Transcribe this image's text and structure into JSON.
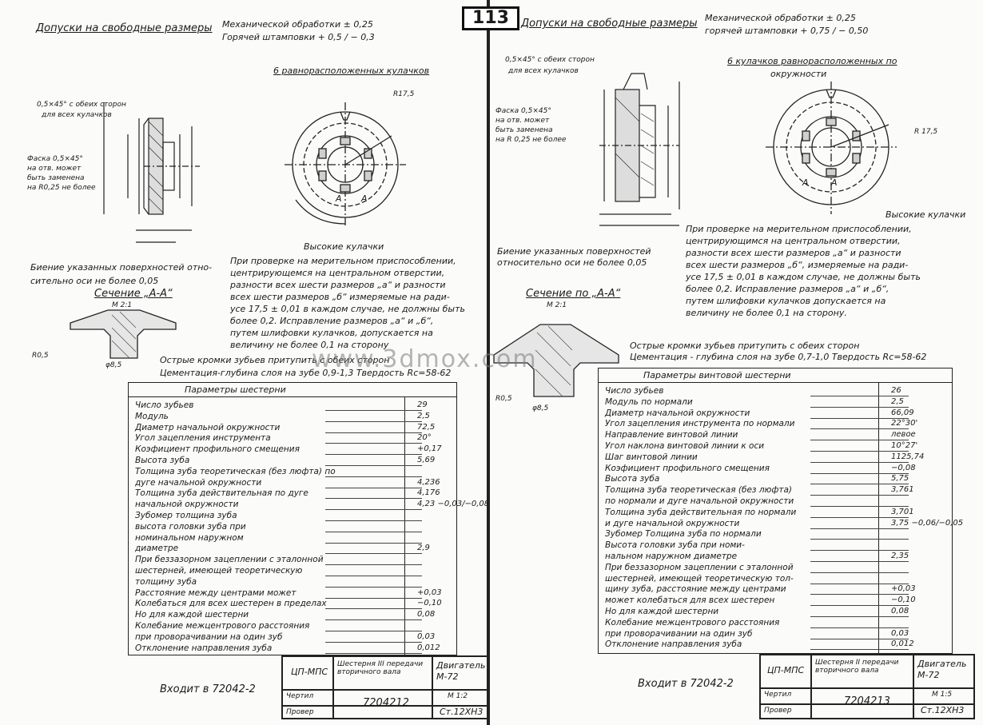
{
  "page_number": "113",
  "watermark": "www.3dmox.com",
  "left": {
    "header_title": "Допуски на свободные размеры",
    "tol_mech": "Механической обработки ± 0,25",
    "tol_hot": "Горячей штамповки + 0,5 / − 0,3",
    "note_chamfer_both": "0,5×45° с обеих сторон",
    "note_for_all": "для всех кулачков",
    "note_chamfer2_l1": "Фаска 0,5×45°",
    "note_chamfer2_l2": "на отв. может",
    "note_chamfer2_l3": "быть заменена",
    "note_chamfer2_l4": "на R0,25 не более",
    "cams_title": "6 равнорасположенных кулачков",
    "radius_label": "R17,5",
    "high_cams": "Высокие кулачки",
    "section_label": "A",
    "runout_l1": "Биение указанных поверхностей отно-",
    "runout_l2": "сительно оси не более 0,05",
    "section_title": "Сечение „А-А“",
    "section_scale": "М 2:1",
    "r_small": "R0,5",
    "dia_small": "φ8,5",
    "note_p1": "При проверке на мерительном приспособлении,",
    "note_p2": "центрирующемся на центральном отверстии,",
    "note_p3": "разности всех шести размеров „а“ и разности",
    "note_p4": "всех шести размеров „б“ измеряемые на ради-",
    "note_p5": "усе 17,5 ± 0,01 в каждом случае, не должны быть",
    "note_p6": "более 0,2. Исправление размеров „а“ и „б“,",
    "note_p7": "путем шлифовки кулачков, допускается на",
    "note_p8": "величину не более 0,1 на сторону",
    "edge_note": "Острые кромки зубьев притупить с обеих сторон",
    "case_note": "Цементация-глубина слоя на зубе 0,9-1,3 Твердость Rc=58-62",
    "table_title": "Параметры шестерни",
    "params": [
      {
        "label": "Число зубьев",
        "value": "29"
      },
      {
        "label": "Модуль",
        "value": "2,5"
      },
      {
        "label": "Диаметр начальной окружности",
        "value": "72,5"
      },
      {
        "label": "Угол зацепления инструмента",
        "value": "20°"
      },
      {
        "label": "Коэфициент профильного смещения",
        "value": "+0,17"
      },
      {
        "label": "Высота зуба",
        "value": "5,69"
      },
      {
        "label": "Толщина зуба теоретическая (без люфта) по",
        "value": ""
      },
      {
        "label": "дуге начальной окружности",
        "value": "4,236"
      },
      {
        "label": "Толщина зуба действительная по дуге",
        "value": "4,176"
      },
      {
        "label": "начальной окружности",
        "value": "4,23 −0,03/−0,08"
      },
      {
        "label": "Зубомер    толщина зуба",
        "value": ""
      },
      {
        "label": "высота головки зуба при",
        "value": ""
      },
      {
        "label": "номинальном наружном",
        "value": ""
      },
      {
        "label": "диаметре",
        "value": "2,9"
      },
      {
        "label": "При беззазорном зацеплении с эталонной",
        "value": ""
      },
      {
        "label": "шестерней, имеющей теоретическую",
        "value": ""
      },
      {
        "label": "толщину зуба",
        "value": ""
      },
      {
        "label": "Расстояние между центрами может",
        "value": "+0,03"
      },
      {
        "label": "Колебаться для всех шестерен в пределах",
        "value": "−0,10"
      },
      {
        "label": "Но для каждой шестерни",
        "value": "0,08"
      },
      {
        "label": "Колебание межцентрового расстояния",
        "value": ""
      },
      {
        "label": "при проворачивании на один зуб",
        "value": "0,03"
      },
      {
        "label": "Отклонение направления зуба",
        "value": "0,012"
      }
    ],
    "enters": "Входит в 72042-2",
    "tb_org": "ЦП-МПС",
    "tb_part": "Шестерня III передачи вторичного вала",
    "tb_engine": "Двигатель М-72",
    "tb_drew": "Чертил",
    "tb_checked": "Провер",
    "tb_number": "7204212",
    "tb_scale": "М 1:2",
    "tb_material": "Ст.12ХН3"
  },
  "right": {
    "header_title": "Допуски на свободные размеры",
    "tol_mech": "Механической обработки ± 0,25",
    "tol_hot": "горячей штамповки + 0,75 / − 0,50",
    "note_chamfer_both": "0,5×45° с обеих сторон",
    "note_for_all": "для всех кулачков",
    "note_chamfer2_l1": "Фаска 0,5×45°",
    "note_chamfer2_l2": "на отв. может",
    "note_chamfer2_l3": "быть заменена",
    "note_chamfer2_l4": "на R 0,25 не более",
    "cams_title": "6 кулачков равнорасположенных по",
    "cams_title2": "окружности",
    "radius_label": "R 17,5",
    "high_cams": "Высокие кулачки",
    "section_label": "A",
    "runout_l1": "Биение указанных поверхностей",
    "runout_l2": "относительно оси не более 0,05",
    "section_title": "Сечение по „А-А“",
    "section_scale": "М 2:1",
    "r_small": "R0,5",
    "dia_small": "φ8,5",
    "note_p1": "При проверке на мерительном приспособлении,",
    "note_p2": "центрирующимся на центральном отверстии,",
    "note_p3": "разности всех шести размеров „а“ и разности",
    "note_p4": "всех шести размеров „б“, измеряемые на ради-",
    "note_p5": "усе 17,5 ± 0,01 в каждом случае, не должны быть",
    "note_p6": "более 0,2. Исправление размеров „а“ и „б“,",
    "note_p7": "путем шлифовки кулачков допускается на",
    "note_p8": "величину не более 0,1 на сторону.",
    "edge_note": "Острые кромки зубьев притупить с обеих сторон",
    "case_note": "Цементация - глубина слоя на зубе 0,7-1,0 Твердость Rc=58-62",
    "table_title": "Параметры винтовой шестерни",
    "params": [
      {
        "label": "Число зубьев",
        "value": "26"
      },
      {
        "label": "Модуль по нормали",
        "value": "2,5"
      },
      {
        "label": "Диаметр начальной окружности",
        "value": "66,09"
      },
      {
        "label": "Угол зацепления инструмента по нормали",
        "value": "22°30'"
      },
      {
        "label": "Направление винтовой линии",
        "value": "левое"
      },
      {
        "label": "Угол наклона винтовой линии к оси",
        "value": "10°27'"
      },
      {
        "label": "Шаг винтовой линии",
        "value": "1125,74"
      },
      {
        "label": "Коэфициент профильного смещения",
        "value": "−0,08"
      },
      {
        "label": "Высота зуба",
        "value": "5,75"
      },
      {
        "label": "Толщина зуба теоретическая (без люфта)",
        "value": "3,761"
      },
      {
        "label": "по нормали и дуге начальной окружности",
        "value": ""
      },
      {
        "label": "Толщина зуба действительная по нормали",
        "value": "3,701"
      },
      {
        "label": "и дуге начальной окружности",
        "value": "3,75 −0,06/−0,05"
      },
      {
        "label": "Зубомер  Толщина зуба по нормали",
        "value": ""
      },
      {
        "label": "Высота головки зуба при номи-",
        "value": ""
      },
      {
        "label": "нальном наружном диаметре",
        "value": "2,35"
      },
      {
        "label": "При беззазорном зацеплении с эталонной",
        "value": ""
      },
      {
        "label": "шестерней, имеющей теоретическую тол-",
        "value": ""
      },
      {
        "label": "щину зуба, расстояние между центрами",
        "value": "+0,03"
      },
      {
        "label": "может колебаться для всех шестерен",
        "value": "−0,10"
      },
      {
        "label": "Но для каждой шестерни",
        "value": "0,08"
      },
      {
        "label": "Колебание межцентрового расстояния",
        "value": ""
      },
      {
        "label": "при проворачивании на один зуб",
        "value": "0,03"
      },
      {
        "label": "Отклонение направления зуба",
        "value": "0,012"
      }
    ],
    "enters": "Входит в 72042-2",
    "tb_org": "ЦП-МПС",
    "tb_part": "Шестерня II передачи вторичного вала",
    "tb_engine": "Двигатель М-72",
    "tb_drew": "Чертил",
    "tb_checked": "Провер",
    "tb_number": "7204213",
    "tb_scale": "М 1:5",
    "tb_material": "Ст.12ХН3"
  }
}
